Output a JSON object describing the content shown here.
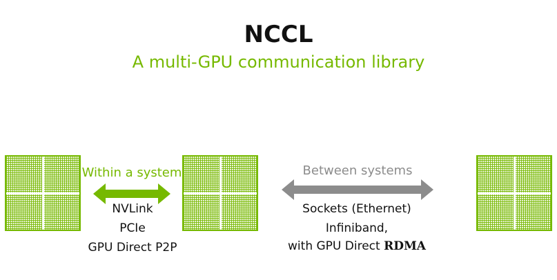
{
  "title": "NCCL",
  "subtitle": "A multi-GPU communication library",
  "colors": {
    "accent_green": "#76b900",
    "arrow_gray": "#8c8c8c",
    "text_dark": "#111111"
  },
  "gpus": [
    {
      "name": "gpu-chip-icon"
    },
    {
      "name": "gpu-chip-icon"
    },
    {
      "name": "gpu-chip-icon"
    }
  ],
  "within_system": {
    "label": "Within a system",
    "links": [
      "NVLink",
      "PCIe",
      "GPU Direct P2P"
    ]
  },
  "between_systems": {
    "label": "Between systems",
    "links": [
      "Sockets (Ethernet)",
      "Infiniband,"
    ],
    "last_line_prefix": "with GPU Direct ",
    "last_line_suffix": "RDMA"
  }
}
